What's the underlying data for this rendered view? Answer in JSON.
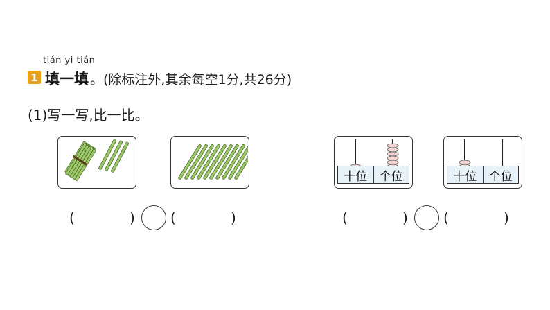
{
  "question": {
    "number": "1",
    "pinyin": "tián yi tián",
    "title": "填一填",
    "note": "。(除标注外,其余每空1分,共26分)"
  },
  "part1": {
    "label": "(1)写一写,比一比。"
  },
  "blanks": {
    "open": "(",
    "close": ")"
  },
  "abacus": {
    "tens_label": "十位",
    "ones_label": "个位"
  },
  "colors": {
    "badge": "#e8a21b",
    "stick": "#9ec96a",
    "bead": "#f4d3d3",
    "place_bg": "#e6f1f8"
  }
}
